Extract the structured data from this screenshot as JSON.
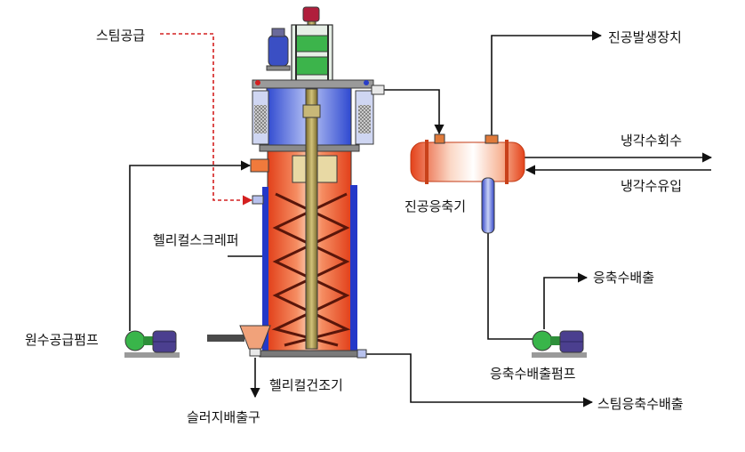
{
  "labels": {
    "steam_supply": "스팀공급",
    "vacuum_generator": "진공발생장치",
    "cooling_water_return": "냉각수회수",
    "cooling_water_inlet": "냉각수유입",
    "vacuum_condenser": "진공응축기",
    "helical_scraper": "헬리컬스크레퍼",
    "condensate_discharge": "응축수배출",
    "raw_water_pump": "원수공급펌프",
    "condensate_pump": "응축수배출펌프",
    "helical_dryer": "헬리컬건조기",
    "sludge_outlet": "슬러지배출구",
    "steam_condensate_discharge": "스팀응축수배출"
  },
  "colors": {
    "vessel_body": "#e6461b",
    "vessel_top": "#3a55d6",
    "jacket": "#2438c8",
    "gearbox": "#3cb44b",
    "pump_casing": "#39b54a",
    "pump_motor": "#4b3f8f",
    "steam_line": "#d42020",
    "process_line": "#111111"
  }
}
